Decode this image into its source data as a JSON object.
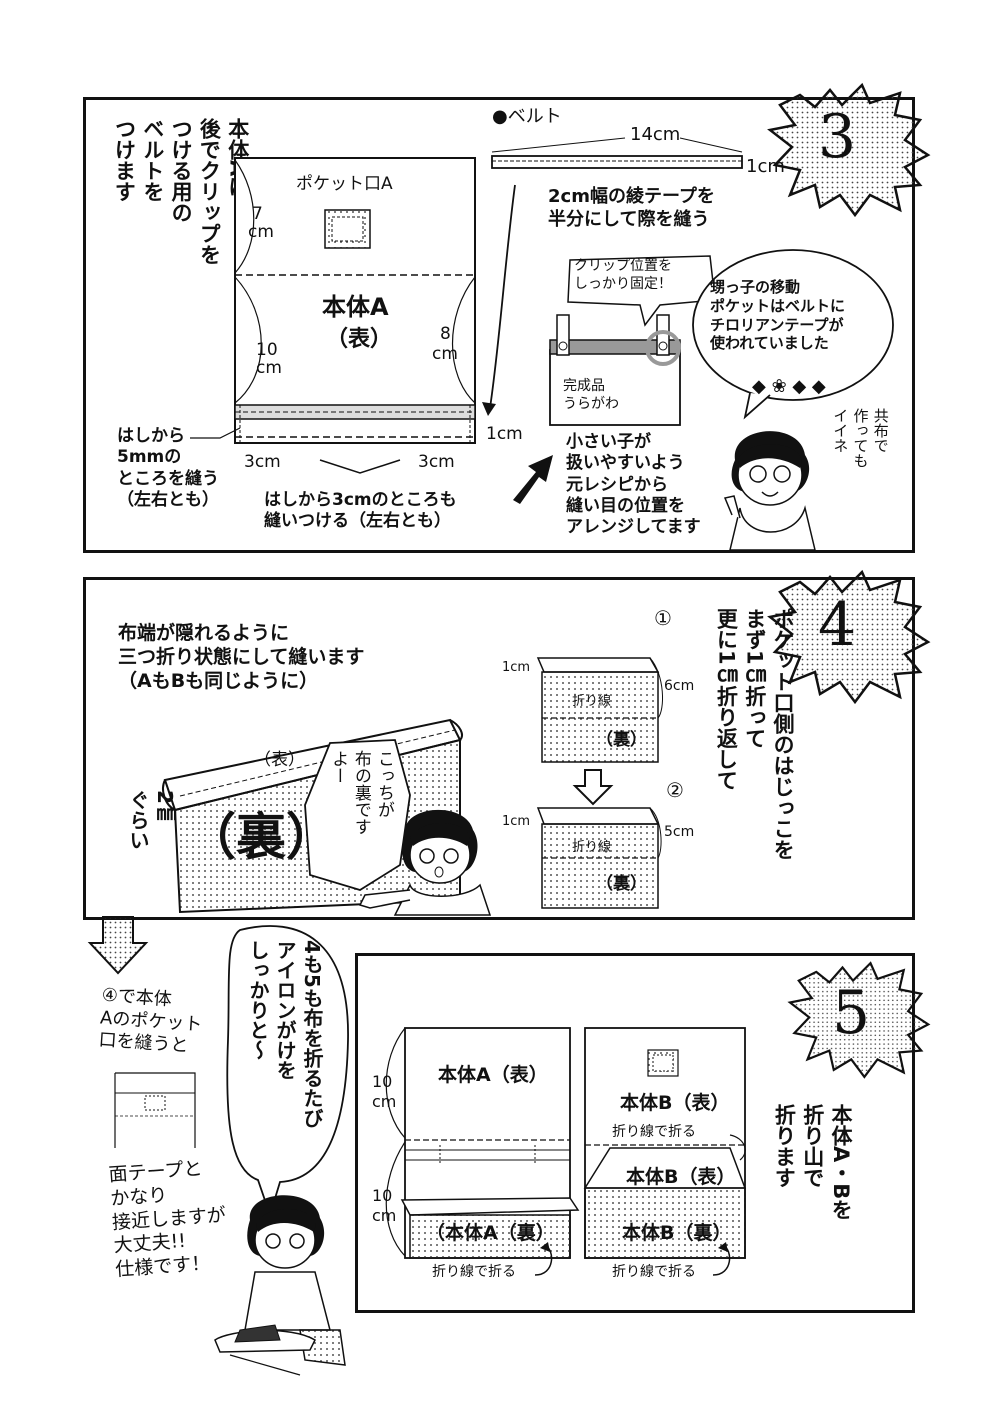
{
  "panel3": {
    "number": "3",
    "side_text": [
      "本体Aに",
      "後でクリップを",
      "つける用の",
      "ベルトを",
      "つけます"
    ],
    "pocket_label": "ポケット口A",
    "body_label_1": "本体A",
    "body_label_2": "（表）",
    "m7": "7",
    "m7cm": "cm",
    "m10": "10",
    "m10cm": "cm",
    "m8": "8",
    "m8cm": "cm",
    "m1cm": "1cm",
    "m3cm_left": "3cm",
    "m3cm_right": "3cm",
    "left_note": [
      "はしから",
      "5mmの",
      "ところを縫う",
      "（左右とも）"
    ],
    "bottom_note": [
      "はしから3cmのところも",
      "縫いつける（左右とも）"
    ],
    "belt_title": "●ベルト",
    "belt_len": "14cm",
    "belt_w": "1cm",
    "belt_note": [
      "2cm幅の綾テープを",
      "半分にして際を縫う"
    ],
    "clip_bubble": [
      "クリップ位置を",
      "しっかり固定！"
    ],
    "finished": [
      "完成品",
      "うらがわ"
    ],
    "arrange_note": [
      "小さい子が",
      "扱いやすいよう",
      "元レシピから",
      "縫い目の位置を",
      "アレンジしてます"
    ],
    "nephew_bubble": [
      "甥っ子の移動",
      "ポケットはベルトに",
      "チロリアンテープが",
      "使われていました"
    ],
    "side_comment": [
      "共布で",
      "作っても",
      "イイネ"
    ]
  },
  "panel4": {
    "number": "4",
    "intro": [
      "布端が隠れるように",
      "三つ折り状態にして縫います",
      "（AもBも同じように）"
    ],
    "front": "（表）",
    "back_big": "（裏）",
    "mm": [
      "2",
      "㎜",
      "ぐらい"
    ],
    "char_bubble": [
      "こっちが",
      "布の裏です",
      "よー"
    ],
    "step1": "①",
    "step2": "②",
    "s1_1cm": "1cm",
    "s1_6cm": "6cm",
    "s1_fold": "折り線",
    "s1_back": "（裏）",
    "s2_1cm": "1cm",
    "s2_5cm": "5cm",
    "s2_fold": "折り線",
    "s2_back": "（裏）",
    "side_text": [
      "ポケット口側のはじっこを",
      "まず1㎝折って",
      "更に1㎝折り返して"
    ]
  },
  "middle": {
    "note": [
      "④で本体",
      "Aのポケット",
      "口を縫うと"
    ],
    "note2": [
      "面テープと",
      "かなり",
      "接近しますが",
      "大丈夫!!",
      "仕様です！"
    ],
    "bubble": [
      "4も5も布を折るたび",
      "アイロンがけを",
      "しっかりと〜"
    ]
  },
  "panel5": {
    "number": "5",
    "a_front": "本体A（表）",
    "a_back": "（本体A（裏）",
    "b_front": "本体B（表）",
    "b_front2": "本体B（表）",
    "b_back": "本体B（裏）",
    "fold_line": "折り線で折る",
    "fold_a": "折り線で折る",
    "fold_b": "折り線で折る",
    "m10a": "10",
    "m10acm": "cm",
    "m10b": "10",
    "m10bcm": "cm",
    "side_text": [
      "本体A・Bを",
      "折り山で",
      "折ります"
    ]
  }
}
